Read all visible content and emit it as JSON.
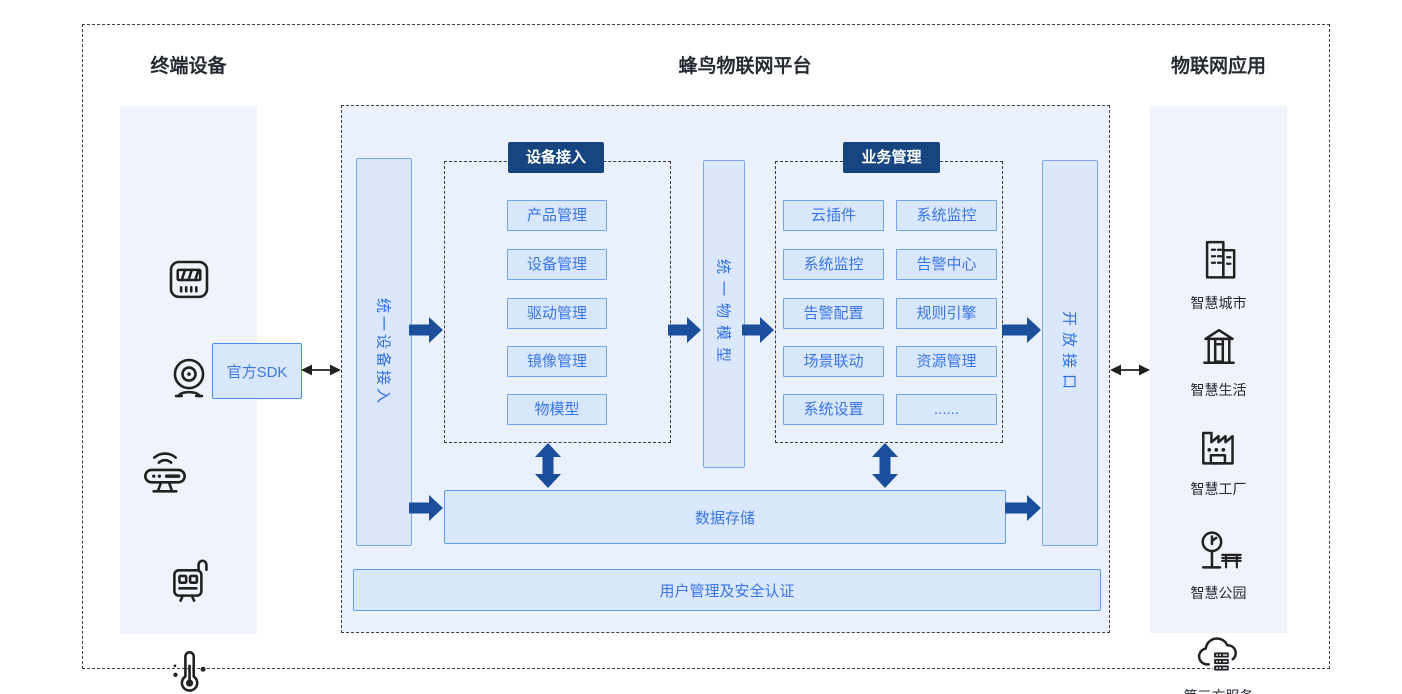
{
  "headers": {
    "left": "终端设备",
    "center": "蜂鸟物联网平台",
    "right": "物联网应用"
  },
  "sdk": {
    "label": "官方SDK"
  },
  "platform": {
    "access_bar": "统一设备接入",
    "model_bar": "统一物模型",
    "open_api_bar": "开放接口",
    "device_access": {
      "title": "设备接入",
      "items": [
        "产品管理",
        "设备管理",
        "驱动管理",
        "镜像管理",
        "物模型"
      ]
    },
    "business": {
      "title": "业务管理",
      "left_items": [
        "云插件",
        "系统监控",
        "告警配置",
        "场景联动",
        "系统设置"
      ],
      "right_items": [
        "系统监控",
        "告警中心",
        "规则引擎",
        "资源管理",
        "......"
      ]
    },
    "data_storage": "数据存储",
    "user_security": "用户管理及安全认证"
  },
  "left_panel": {
    "icons": [
      "electric-meter",
      "camera",
      "wireless-gateway",
      "controller",
      "thermometer"
    ]
  },
  "right_panel": {
    "apps": [
      {
        "icon": "city-buildings",
        "label": "智慧城市"
      },
      {
        "icon": "bank-building",
        "label": "智慧生活"
      },
      {
        "icon": "factory",
        "label": "智慧工厂"
      },
      {
        "icon": "park",
        "label": "智慧公园"
      },
      {
        "icon": "cloud-servers",
        "label": "第三方服务"
      }
    ]
  },
  "colors": {
    "platform_fill": "#ebf1fc",
    "panel_fill": "#eff3fb",
    "box_fill": "#d9e7fc",
    "box_border": "#6ea6f2",
    "box_text": "#3976e8",
    "dark_header_fill": "#17457f",
    "dark_header_text": "#ffffff",
    "arrow_navy": "#1b4f9c",
    "thin_arrow": "#202020",
    "dashed_border": "#3f3f3f",
    "title_text": "#262b33"
  }
}
